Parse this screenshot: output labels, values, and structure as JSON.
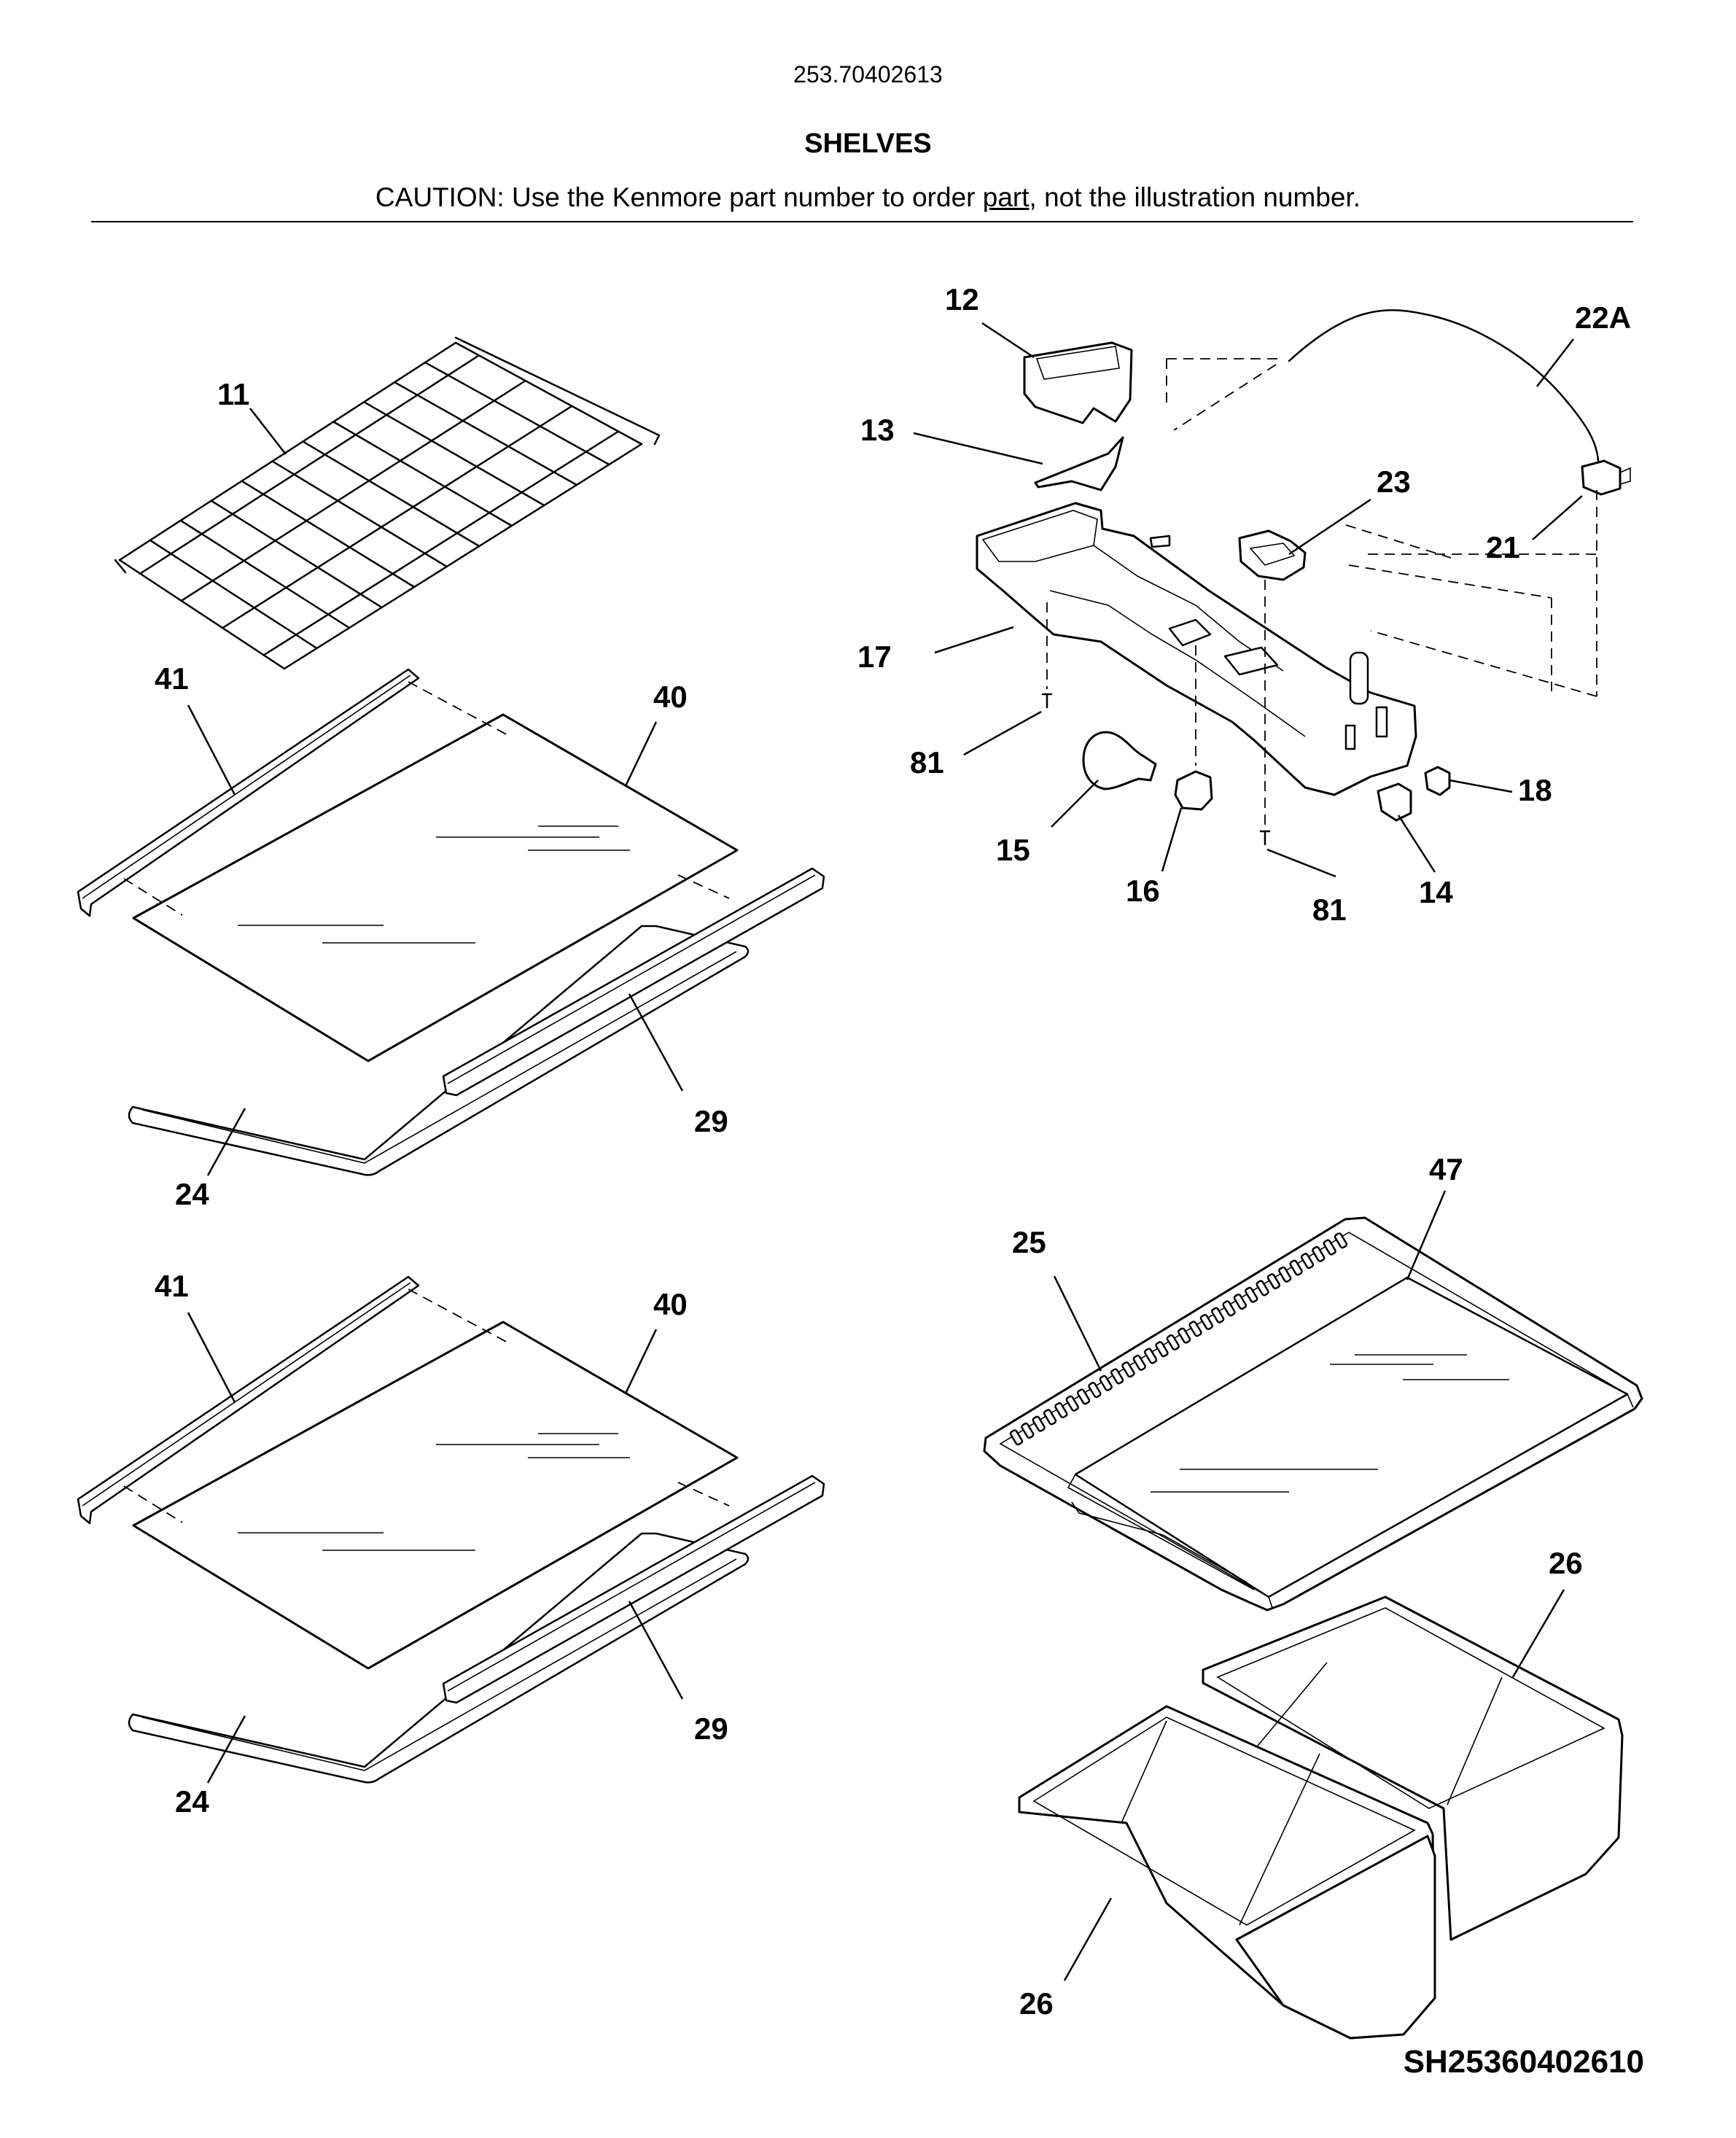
{
  "header": {
    "model_number": "253.70402613",
    "title": "SHELVES",
    "caution_prefix": "CAUTION: Use the Kenmore part number to order ",
    "caution_link": "part",
    "caution_suffix": ", not the illustration number."
  },
  "callouts": {
    "c11": "11",
    "c12": "12",
    "c13": "13",
    "c14": "14",
    "c15": "15",
    "c16": "16",
    "c17": "17",
    "c18": "18",
    "c21": "21",
    "c22a": "22A",
    "c23": "23",
    "c81a": "81",
    "c81b": "81",
    "c41a": "41",
    "c40a": "40",
    "c29a": "29",
    "c24a": "24",
    "c41b": "41",
    "c40b": "40",
    "c29b": "29",
    "c24b": "24",
    "c25": "25",
    "c47": "47",
    "c26a": "26",
    "c26b": "26"
  },
  "footer": {
    "drawing_code": "SH25360402610"
  }
}
